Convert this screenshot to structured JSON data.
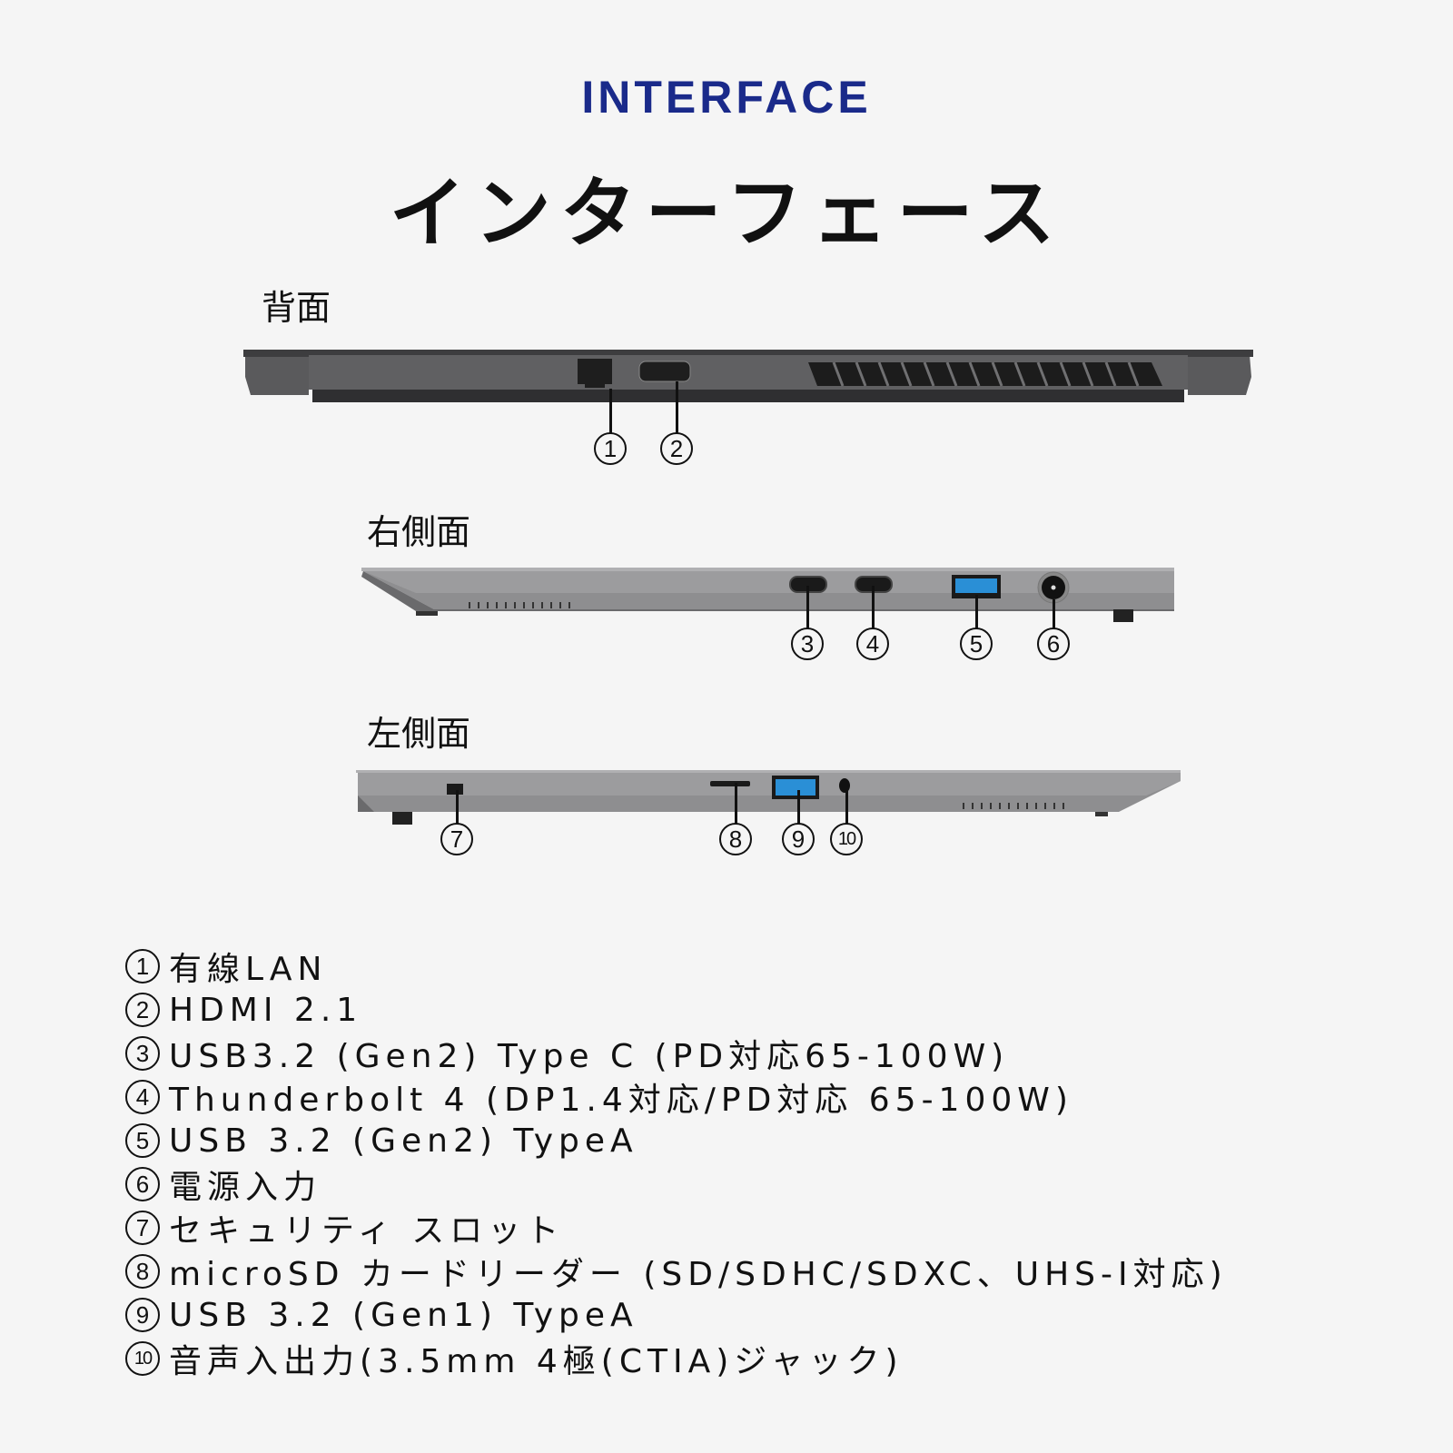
{
  "header": {
    "title_en": "INTERFACE",
    "title_jp": "インターフェース",
    "accent_color": "#1a2a8a"
  },
  "sections": {
    "rear": {
      "label": "背面",
      "callouts": [
        "①",
        "②"
      ]
    },
    "right": {
      "label": "右側面",
      "callouts": [
        "③",
        "④",
        "⑤",
        "⑥"
      ]
    },
    "left": {
      "label": "左側面",
      "callouts": [
        "⑦",
        "⑧",
        "⑨",
        "⑩"
      ]
    }
  },
  "callout_numbers": [
    "1",
    "2",
    "3",
    "4",
    "5",
    "6",
    "7",
    "8",
    "9",
    "10"
  ],
  "specs": [
    {
      "num": "1",
      "text": "有線LAN"
    },
    {
      "num": "2",
      "text": "HDMI 2.1"
    },
    {
      "num": "3",
      "text": "USB3.2 (Gen2) Type C (PD対応65-100W)"
    },
    {
      "num": "4",
      "text": "Thunderbolt 4 (DP1.4対応/PD対応 65-100W)"
    },
    {
      "num": "5",
      "text": "USB 3.2 (Gen2) TypeA"
    },
    {
      "num": "6",
      "text": "電源入力"
    },
    {
      "num": "7",
      "text": "セキュリティ スロット"
    },
    {
      "num": "8",
      "text": "microSD カードリーダー (SD/SDHC/SDXC、UHS-I対応)"
    },
    {
      "num": "9",
      "text": "USB 3.2 (Gen1) TypeA"
    },
    {
      "num": "10",
      "text": "音声入出力(3.5mm 4極(CTIA)ジャック)"
    }
  ],
  "colors": {
    "background": "#f5f5f5",
    "chassis_dark": "#4a4a4c",
    "chassis_light": "#8a8a8c",
    "usb_blue": "#2a8fd6"
  }
}
